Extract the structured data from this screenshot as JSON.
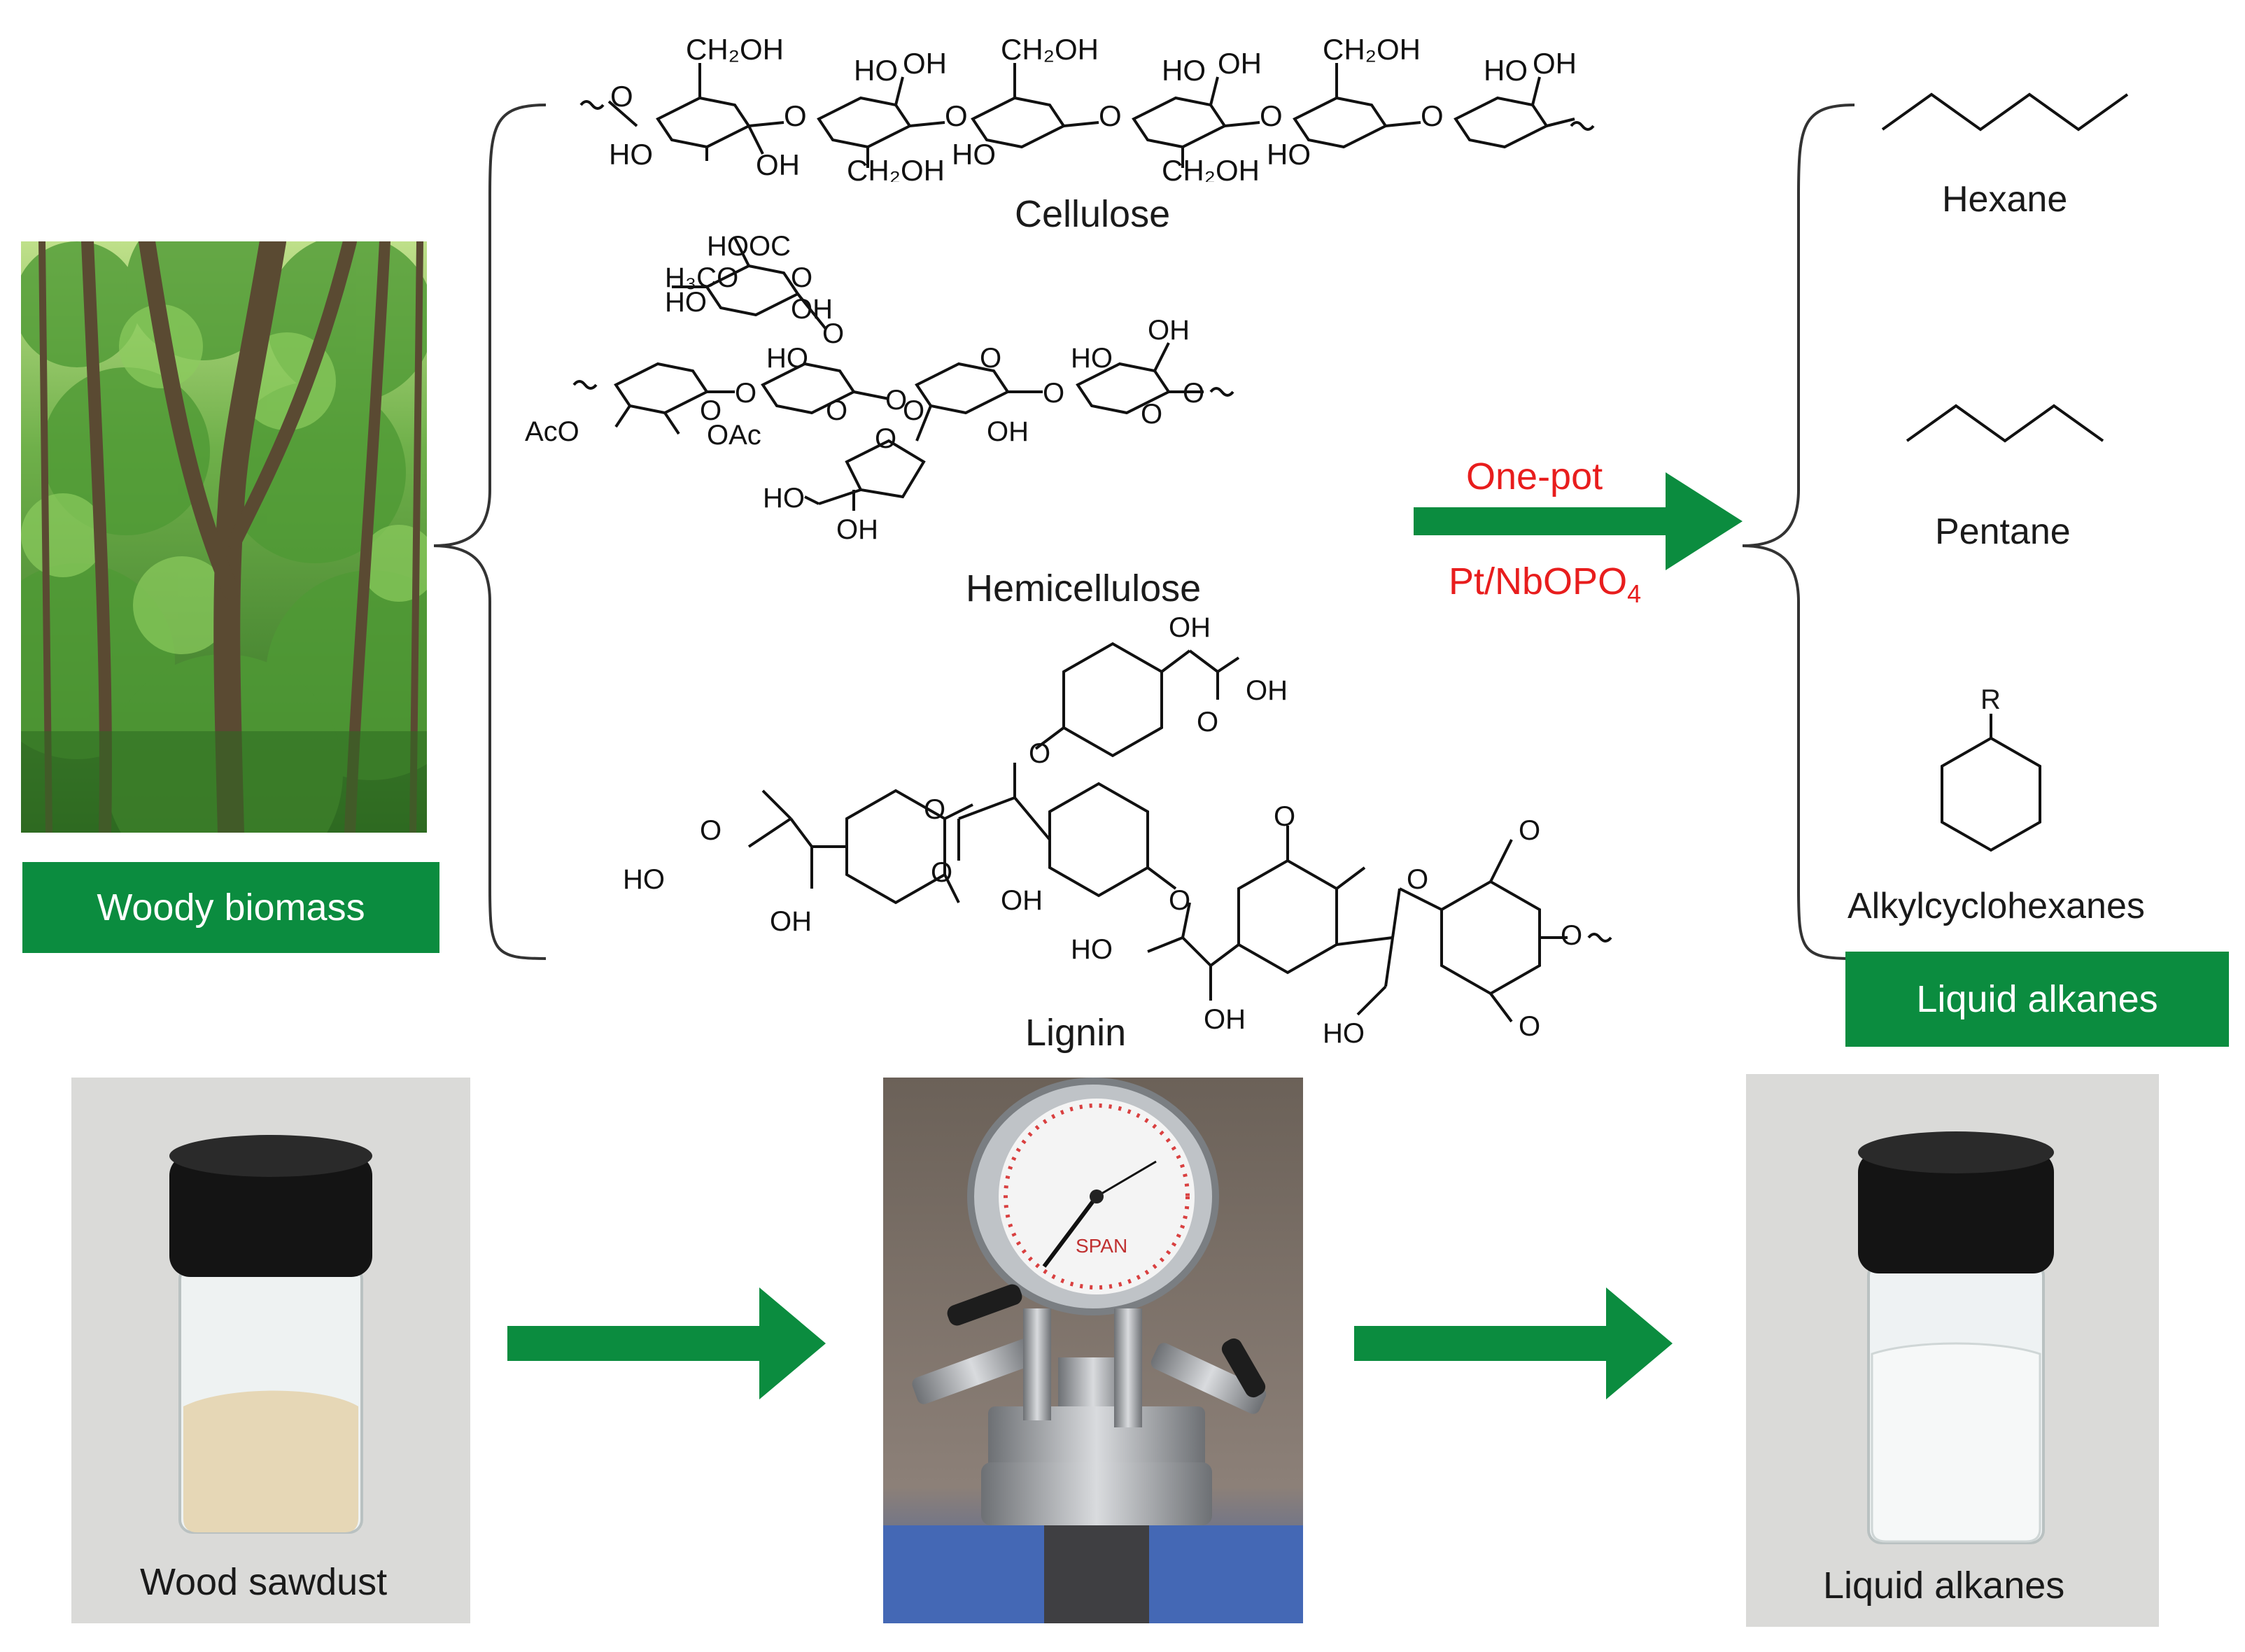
{
  "woody_biomass": "Woody biomass",
  "cellulose": "Cellulose",
  "hemicellulose": "Hemicellulose",
  "lignin": "Lignin",
  "one_pot": "One-pot",
  "catalyst_prefix": "Pt/NbOPO",
  "catalyst_subscript": "4",
  "hexane": "Hexane",
  "pentane": "Pentane",
  "alkylcyclohexanes": "Alkylcyclohexanes",
  "r_group": "R",
  "liquid_alkanes_box": "Liquid alkanes",
  "wood_sawdust": "Wood sawdust",
  "liquid_alkanes_photo": "Liquid alkanes",
  "gauge_brand": "SPAN",
  "colors": {
    "green": "#0b8c3f",
    "red": "#e81d1d"
  }
}
